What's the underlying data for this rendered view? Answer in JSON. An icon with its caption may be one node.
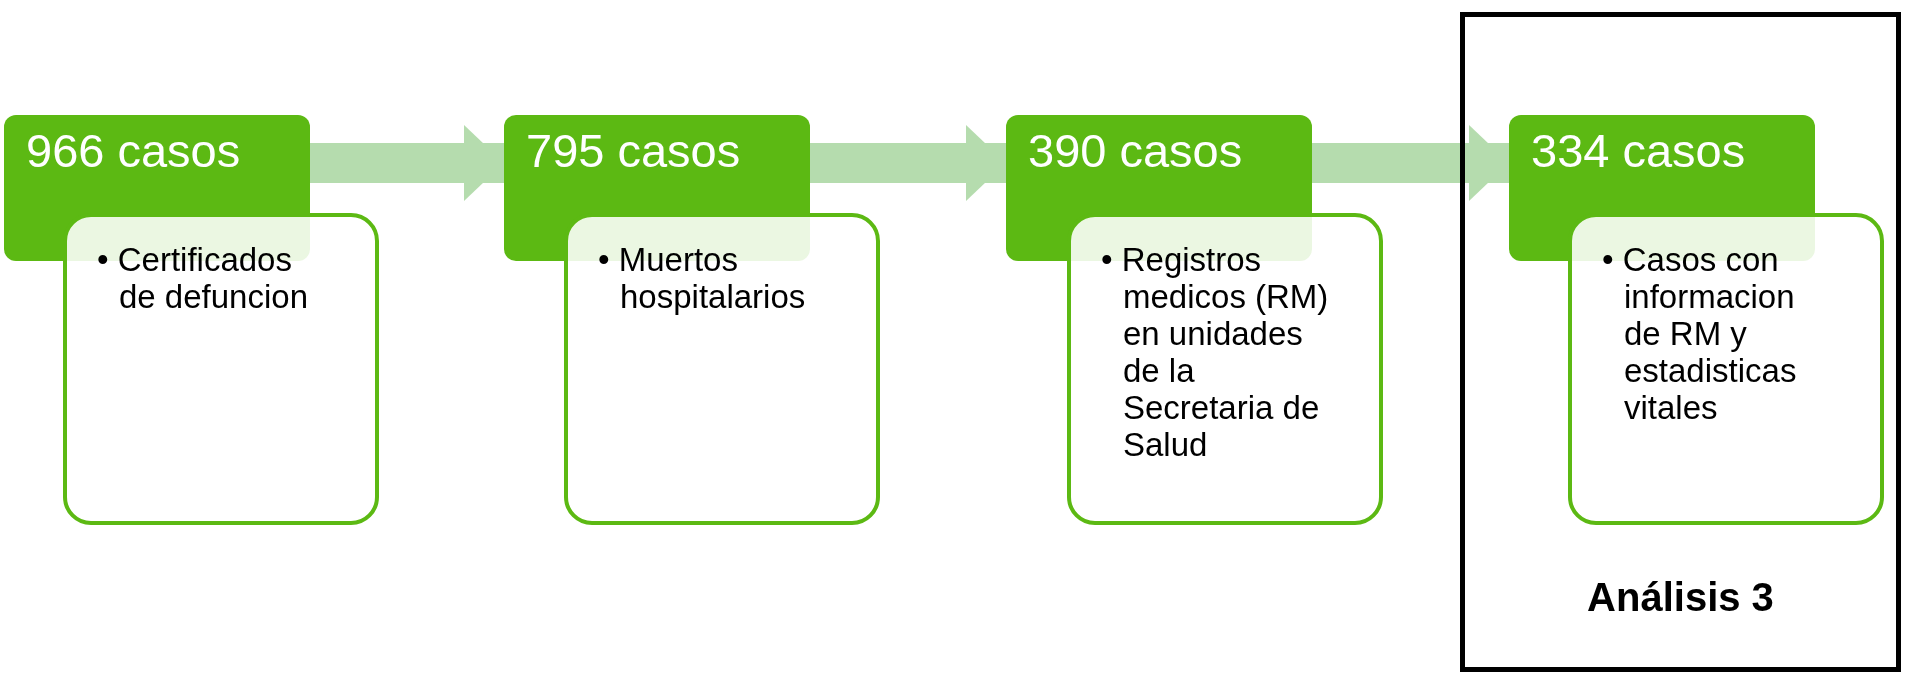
{
  "diagram": {
    "nodes": [
      {
        "text": [
          "966 casos"
        ]
      },
      {
        "text": [
          "• Certificados de defuncion"
        ]
      },
      {
        "text": [
          "795 casos"
        ]
      },
      {
        "text": [
          "• Muertos hospitalarios"
        ]
      },
      {
        "text": [
          "390 casos"
        ]
      },
      {
        "text": [
          "• Registros medicos (RM) en unidades de la Secretaria de Salud"
        ]
      },
      {
        "text": [
          "Análisis 3"
        ]
      },
      {
        "text": [
          "334 casos"
        ],
        "in": 6
      },
      {
        "text": [
          "• Casos con informacion de RM y estadisticas vitales"
        ],
        "in": 6
      }
    ],
    "edges": [
      {
        "from": 0,
        "to": 2,
        "arrow": "to"
      },
      {
        "from": 2,
        "to": 4,
        "arrow": "to"
      },
      {
        "from": 4,
        "to": 7,
        "arrow": "to"
      }
    ]
  }
}
